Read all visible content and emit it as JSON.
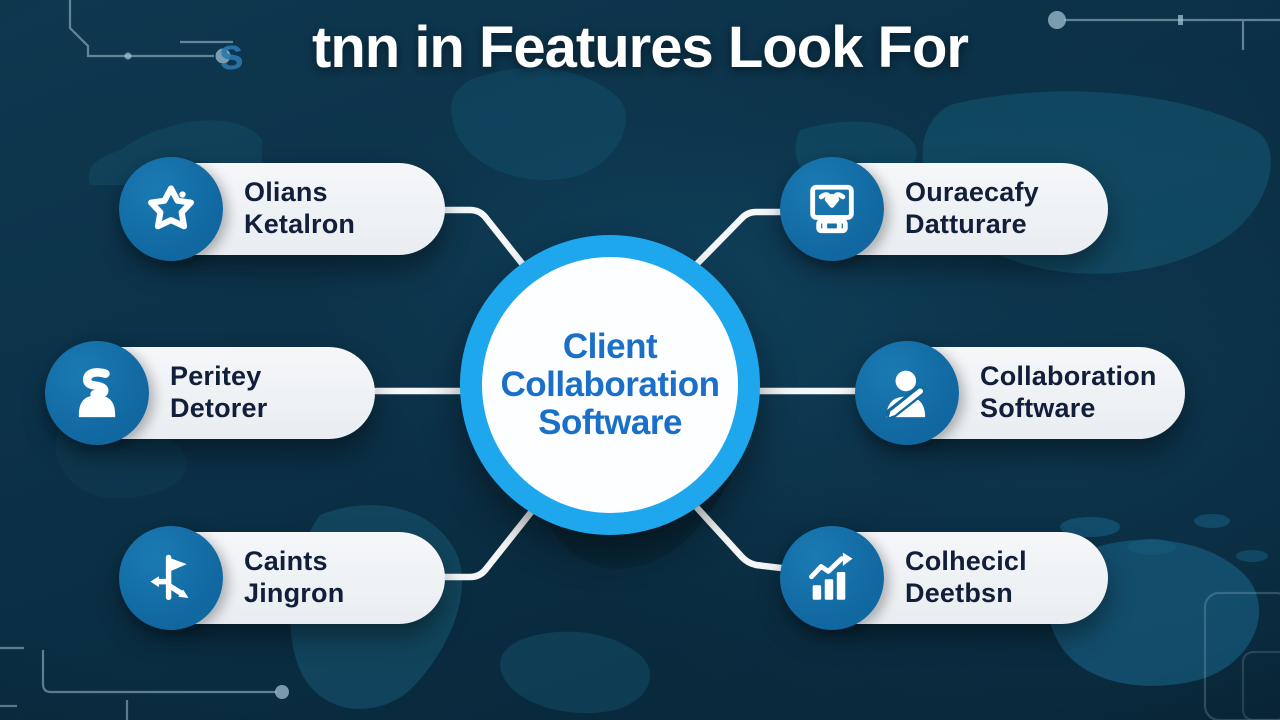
{
  "title": "tnn in Features Look For",
  "decor": {
    "stray_glyph": "s"
  },
  "center": {
    "line1": "Client",
    "line2": "Collaboration",
    "line3": "Software"
  },
  "features": [
    {
      "position": "top-left",
      "line1": "Olians",
      "line2": "Ketalron",
      "icon": "star-icon"
    },
    {
      "position": "middle-left",
      "line1": "Peritey",
      "line2": "Detorer",
      "icon": "person-swirl-icon"
    },
    {
      "position": "bottom-left",
      "line1": "Caints",
      "line2": "Jingron",
      "icon": "flow-branch-icon"
    },
    {
      "position": "top-right",
      "line1": "Ouraecafy",
      "line2": "Datturare",
      "icon": "monitor-check-icon"
    },
    {
      "position": "middle-right",
      "line1": "Collaboration",
      "line2": "Software",
      "icon": "person-pencil-icon"
    },
    {
      "position": "bottom-right",
      "line1": "Colhecicl",
      "line2": "Deetbsn",
      "icon": "bar-chart-arrow-icon"
    }
  ],
  "colors": {
    "background_navy": "#0b3046",
    "hub_ring_azure": "#1ea7ec",
    "hub_text_blue": "#1a70c8",
    "icon_circle_blue": "#1167a0",
    "pill_background": "#eef1f4",
    "pill_text_navy": "#121f3a",
    "title_white": "#ffffff",
    "connector_white": "#ffffff",
    "circuit_line": "#a9c6d6"
  }
}
